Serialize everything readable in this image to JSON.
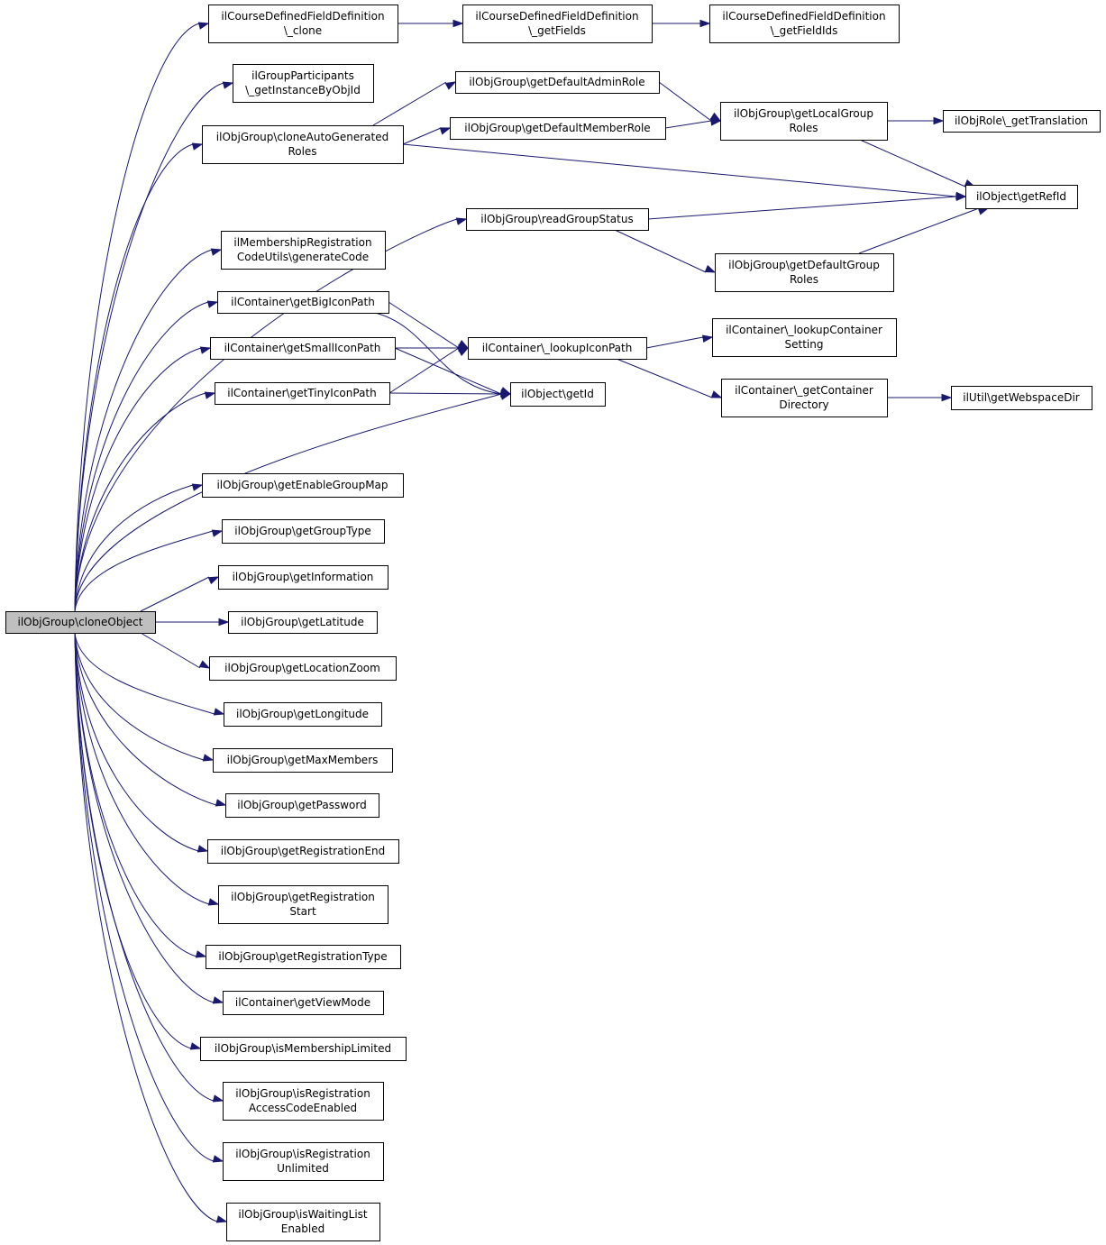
{
  "colors": {
    "edge": "#191970",
    "root_fill": "#bfbfbf",
    "node_fill": "#ffffff"
  },
  "nodes": [
    {
      "id": "root",
      "lines": [
        "ilObjGroup\\cloneObject"
      ]
    },
    {
      "id": "cdf_clone",
      "lines": [
        "ilCourseDefinedFieldDefinition",
        "\\_clone"
      ]
    },
    {
      "id": "cdf_getFields",
      "lines": [
        "ilCourseDefinedFieldDefinition",
        "\\_getFields"
      ]
    },
    {
      "id": "cdf_getFieldIds",
      "lines": [
        "ilCourseDefinedFieldDefinition",
        "\\_getFieldIds"
      ]
    },
    {
      "id": "gp_getInstance",
      "lines": [
        "ilGroupParticipants",
        "\\_getInstanceByObjId"
      ]
    },
    {
      "id": "getDefaultAdminRole",
      "lines": [
        "ilObjGroup\\getDefaultAdminRole"
      ]
    },
    {
      "id": "cloneAutoGenRoles",
      "lines": [
        "ilObjGroup\\cloneAutoGenerated",
        "Roles"
      ]
    },
    {
      "id": "getDefaultMemberRole",
      "lines": [
        "ilObjGroup\\getDefaultMemberRole"
      ]
    },
    {
      "id": "getLocalGroupRoles",
      "lines": [
        "ilObjGroup\\getLocalGroup",
        "Roles"
      ]
    },
    {
      "id": "getTranslation",
      "lines": [
        "ilObjRole\\_getTranslation"
      ]
    },
    {
      "id": "getRefId",
      "lines": [
        "ilObject\\getRefId"
      ]
    },
    {
      "id": "readGroupStatus",
      "lines": [
        "ilObjGroup\\readGroupStatus"
      ]
    },
    {
      "id": "generateCode",
      "lines": [
        "ilMembershipRegistration",
        "CodeUtils\\generateCode"
      ]
    },
    {
      "id": "getDefaultGroupRoles",
      "lines": [
        "ilObjGroup\\getDefaultGroup",
        "Roles"
      ]
    },
    {
      "id": "getBigIconPath",
      "lines": [
        "ilContainer\\getBigIconPath"
      ]
    },
    {
      "id": "lookupContainerSetting",
      "lines": [
        "ilContainer\\_lookupContainer",
        "Setting"
      ]
    },
    {
      "id": "getSmallIconPath",
      "lines": [
        "ilContainer\\getSmallIconPath"
      ]
    },
    {
      "id": "lookupIconPath",
      "lines": [
        "ilContainer\\_lookupIconPath"
      ]
    },
    {
      "id": "getTinyIconPath",
      "lines": [
        "ilContainer\\getTinyIconPath"
      ]
    },
    {
      "id": "getId",
      "lines": [
        "ilObject\\getId"
      ]
    },
    {
      "id": "getContainerDirectory",
      "lines": [
        "ilContainer\\_getContainer",
        "Directory"
      ]
    },
    {
      "id": "getWebspaceDir",
      "lines": [
        "ilUtil\\getWebspaceDir"
      ]
    },
    {
      "id": "getEnableGroupMap",
      "lines": [
        "ilObjGroup\\getEnableGroupMap"
      ]
    },
    {
      "id": "getGroupType",
      "lines": [
        "ilObjGroup\\getGroupType"
      ]
    },
    {
      "id": "getInformation",
      "lines": [
        "ilObjGroup\\getInformation"
      ]
    },
    {
      "id": "getLatitude",
      "lines": [
        "ilObjGroup\\getLatitude"
      ]
    },
    {
      "id": "getLocationZoom",
      "lines": [
        "ilObjGroup\\getLocationZoom"
      ]
    },
    {
      "id": "getLongitude",
      "lines": [
        "ilObjGroup\\getLongitude"
      ]
    },
    {
      "id": "getMaxMembers",
      "lines": [
        "ilObjGroup\\getMaxMembers"
      ]
    },
    {
      "id": "getPassword",
      "lines": [
        "ilObjGroup\\getPassword"
      ]
    },
    {
      "id": "getRegistrationEnd",
      "lines": [
        "ilObjGroup\\getRegistrationEnd"
      ]
    },
    {
      "id": "getRegistrationStart",
      "lines": [
        "ilObjGroup\\getRegistration",
        "Start"
      ]
    },
    {
      "id": "getRegistrationType",
      "lines": [
        "ilObjGroup\\getRegistrationType"
      ]
    },
    {
      "id": "getViewMode",
      "lines": [
        "ilContainer\\getViewMode"
      ]
    },
    {
      "id": "isMembershipLimited",
      "lines": [
        "ilObjGroup\\isMembershipLimited"
      ]
    },
    {
      "id": "isRegAccessCode",
      "lines": [
        "ilObjGroup\\isRegistration",
        "AccessCodeEnabled"
      ]
    },
    {
      "id": "isRegUnlimited",
      "lines": [
        "ilObjGroup\\isRegistration",
        "Unlimited"
      ]
    },
    {
      "id": "isWaitingList",
      "lines": [
        "ilObjGroup\\isWaitingList",
        "Enabled"
      ]
    }
  ],
  "edges": [
    [
      "root",
      "cdf_clone"
    ],
    [
      "cdf_clone",
      "cdf_getFields"
    ],
    [
      "cdf_getFields",
      "cdf_getFieldIds"
    ],
    [
      "root",
      "gp_getInstance"
    ],
    [
      "root",
      "cloneAutoGenRoles"
    ],
    [
      "cloneAutoGenRoles",
      "getDefaultAdminRole"
    ],
    [
      "cloneAutoGenRoles",
      "getDefaultMemberRole"
    ],
    [
      "cloneAutoGenRoles",
      "getRefId"
    ],
    [
      "getDefaultAdminRole",
      "getLocalGroupRoles"
    ],
    [
      "getDefaultMemberRole",
      "getLocalGroupRoles"
    ],
    [
      "getLocalGroupRoles",
      "getTranslation"
    ],
    [
      "getLocalGroupRoles",
      "getRefId"
    ],
    [
      "root",
      "readGroupStatus"
    ],
    [
      "readGroupStatus",
      "getRefId"
    ],
    [
      "readGroupStatus",
      "getDefaultGroupRoles"
    ],
    [
      "getDefaultGroupRoles",
      "getRefId"
    ],
    [
      "root",
      "generateCode"
    ],
    [
      "root",
      "getBigIconPath"
    ],
    [
      "getBigIconPath",
      "lookupIconPath"
    ],
    [
      "getBigIconPath",
      "getId"
    ],
    [
      "root",
      "getSmallIconPath"
    ],
    [
      "getSmallIconPath",
      "lookupIconPath"
    ],
    [
      "getSmallIconPath",
      "getId"
    ],
    [
      "root",
      "getTinyIconPath"
    ],
    [
      "getTinyIconPath",
      "lookupIconPath"
    ],
    [
      "getTinyIconPath",
      "getId"
    ],
    [
      "lookupIconPath",
      "lookupContainerSetting"
    ],
    [
      "lookupIconPath",
      "getContainerDirectory"
    ],
    [
      "getContainerDirectory",
      "getWebspaceDir"
    ],
    [
      "root",
      "getId"
    ],
    [
      "root",
      "getEnableGroupMap"
    ],
    [
      "root",
      "getGroupType"
    ],
    [
      "root",
      "getInformation"
    ],
    [
      "root",
      "getLatitude"
    ],
    [
      "root",
      "getLocationZoom"
    ],
    [
      "root",
      "getLongitude"
    ],
    [
      "root",
      "getMaxMembers"
    ],
    [
      "root",
      "getPassword"
    ],
    [
      "root",
      "getRegistrationEnd"
    ],
    [
      "root",
      "getRegistrationStart"
    ],
    [
      "root",
      "getRegistrationType"
    ],
    [
      "root",
      "getViewMode"
    ],
    [
      "root",
      "isMembershipLimited"
    ],
    [
      "root",
      "isRegAccessCode"
    ],
    [
      "root",
      "isRegUnlimited"
    ],
    [
      "root",
      "isWaitingList"
    ]
  ]
}
